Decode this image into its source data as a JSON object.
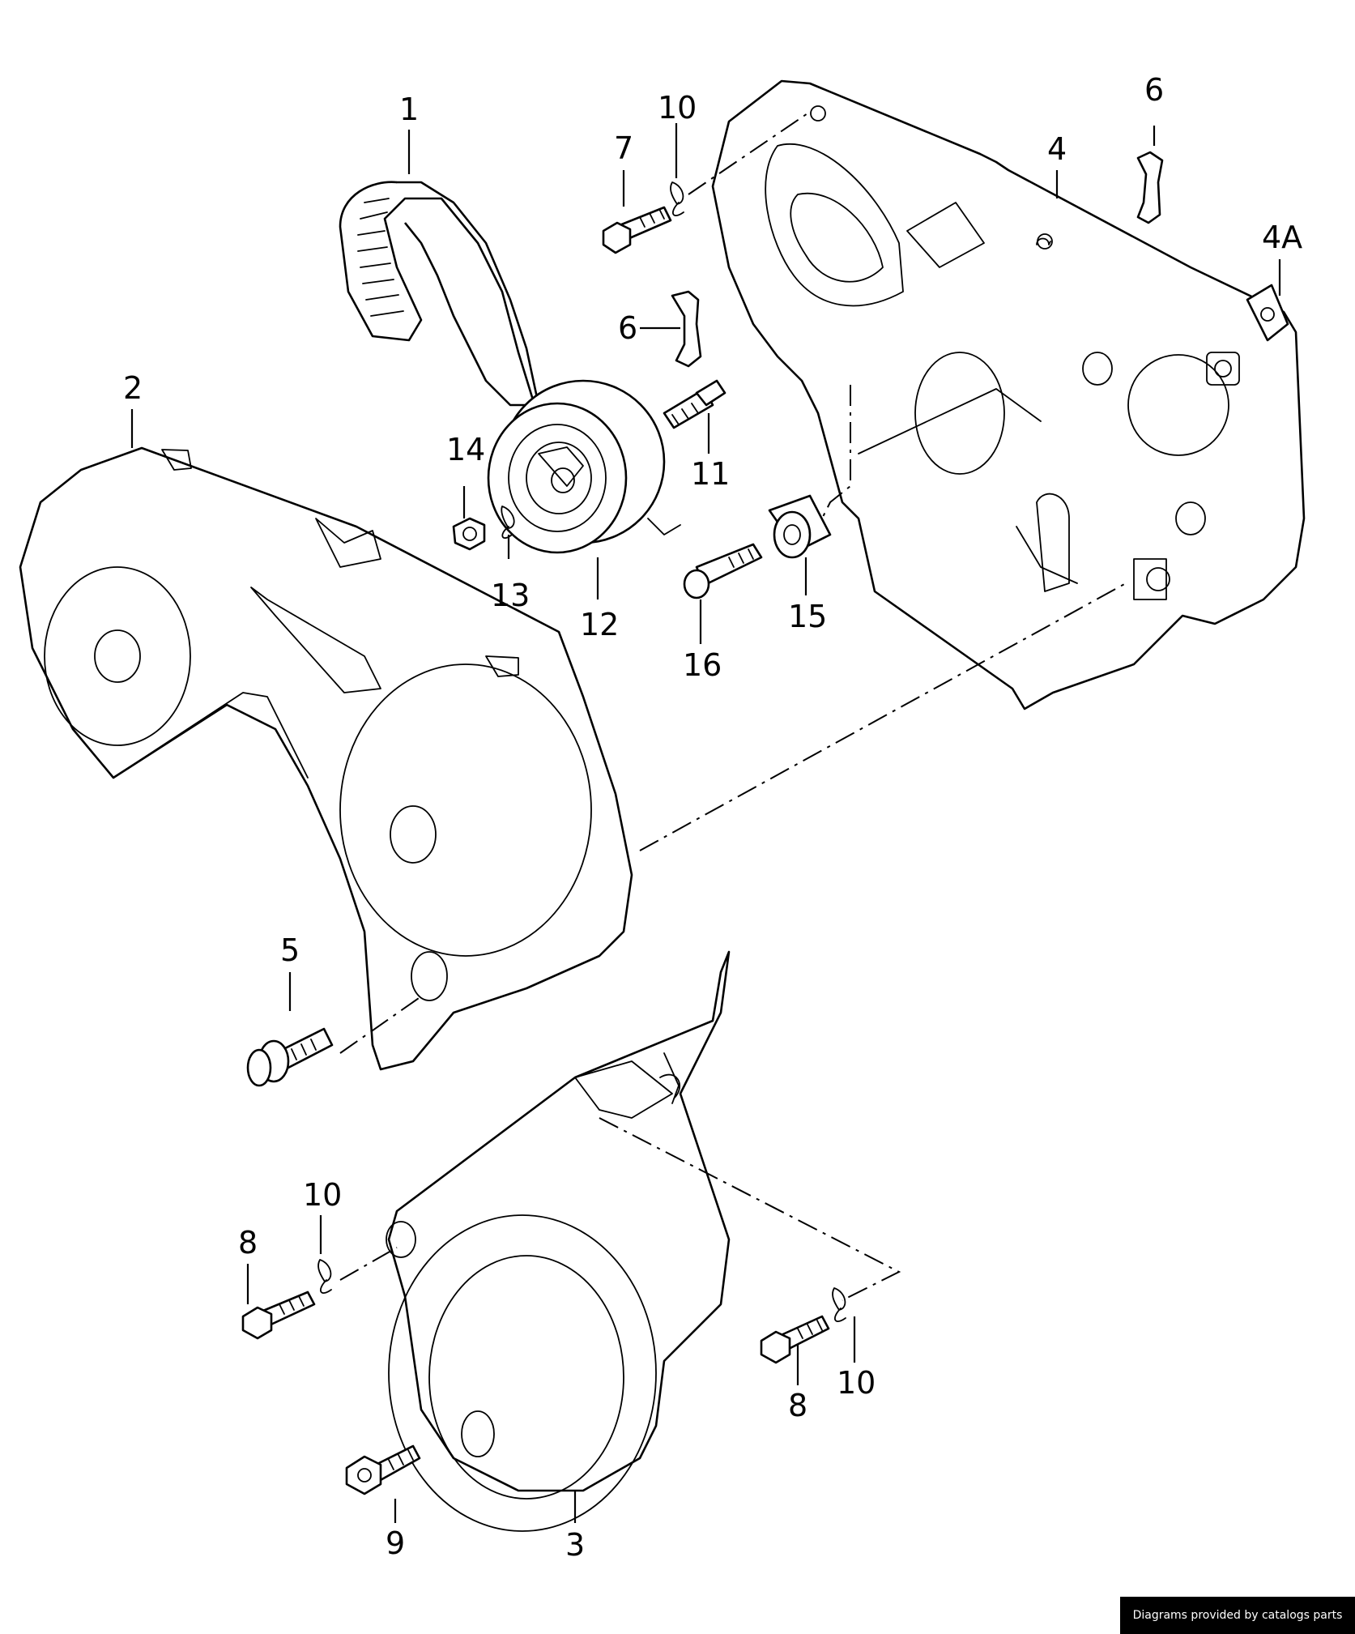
{
  "diagram": {
    "callouts": [
      {
        "id": "c1",
        "label": "1"
      },
      {
        "id": "c2",
        "label": "2"
      },
      {
        "id": "c3",
        "label": "3"
      },
      {
        "id": "c4",
        "label": "4"
      },
      {
        "id": "c4a",
        "label": "4A"
      },
      {
        "id": "c5",
        "label": "5"
      },
      {
        "id": "c6a",
        "label": "6"
      },
      {
        "id": "c6b",
        "label": "6"
      },
      {
        "id": "c7",
        "label": "7"
      },
      {
        "id": "c8a",
        "label": "8"
      },
      {
        "id": "c8b",
        "label": "8"
      },
      {
        "id": "c9",
        "label": "9"
      },
      {
        "id": "c10a",
        "label": "10"
      },
      {
        "id": "c10b",
        "label": "10"
      },
      {
        "id": "c10c",
        "label": "10"
      },
      {
        "id": "c11",
        "label": "11"
      },
      {
        "id": "c12",
        "label": "12"
      },
      {
        "id": "c13",
        "label": "13"
      },
      {
        "id": "c14",
        "label": "14"
      },
      {
        "id": "c15",
        "label": "15"
      },
      {
        "id": "c16",
        "label": "16"
      }
    ]
  },
  "credit": {
    "text": "Diagrams provided by catalogs parts"
  }
}
